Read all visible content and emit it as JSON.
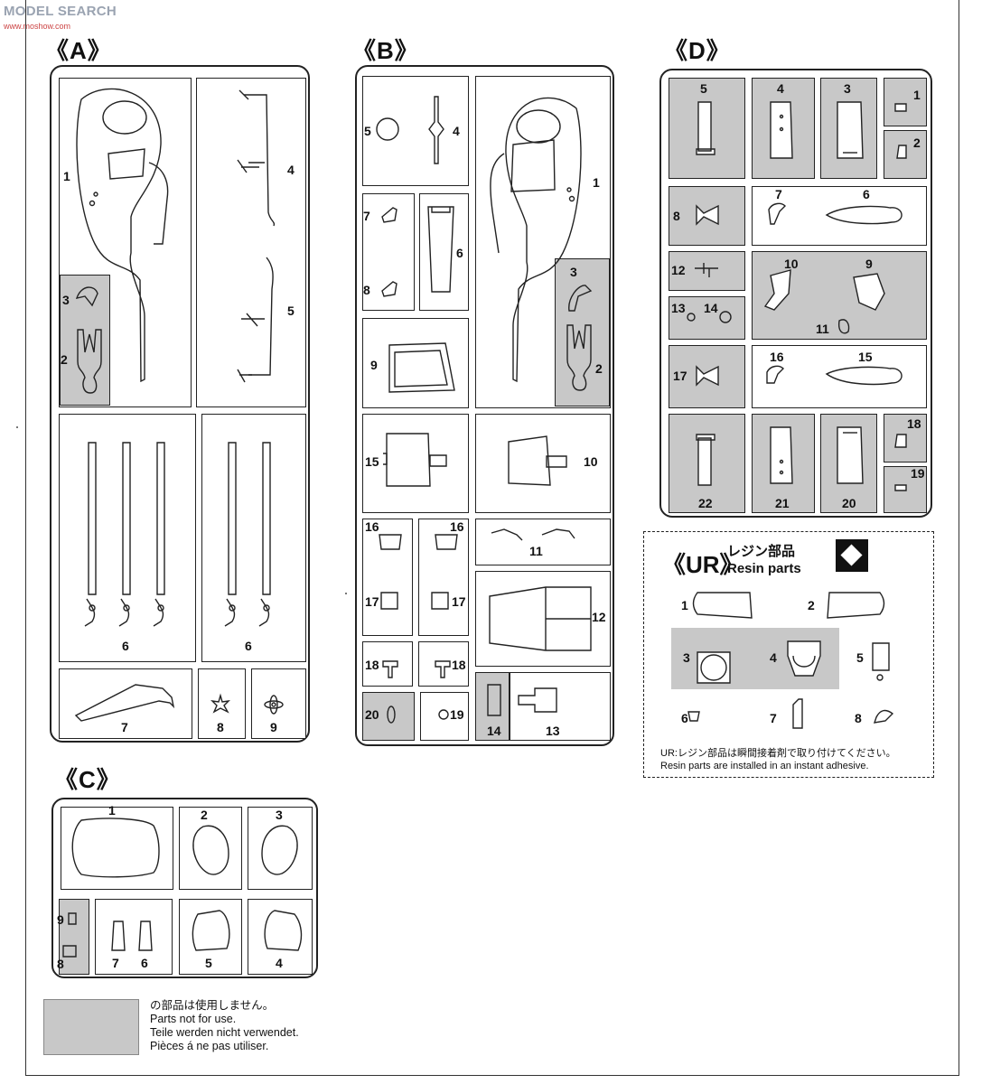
{
  "watermark": {
    "title": "MODEL SEARCH",
    "sub": "www.moshow.com"
  },
  "sections": {
    "A": "《A》",
    "B": "《B》",
    "C": "《C》",
    "D": "《D》",
    "UR": "《UR》"
  },
  "ur": {
    "jp_title": "レジン部品",
    "en_title": "Resin parts",
    "note_jp": "UR:レジン部品は瞬間接着剤で取り付けてください。",
    "note_en": "Resin parts are installed in an instant adhesive."
  },
  "legend": [
    "の部品は使用しません。",
    "Parts not for use.",
    "Teile werden nicht verwendet.",
    "Pièces á ne pas utiliser."
  ],
  "numbers": {
    "a1": "1",
    "a2": "2",
    "a3": "3",
    "a4": "4",
    "a5": "5",
    "a6a": "6",
    "a6b": "6",
    "a7": "7",
    "a8": "8",
    "a9": "9",
    "b1": "1",
    "b2": "2",
    "b3": "3",
    "b4": "4",
    "b5": "5",
    "b6": "6",
    "b7": "7",
    "b8": "8",
    "b9": "9",
    "b10": "10",
    "b11": "11",
    "b12": "12",
    "b13": "13",
    "b14": "14",
    "b15": "15",
    "b16a": "16",
    "b16b": "16",
    "b17a": "17",
    "b17b": "17",
    "b18a": "18",
    "b18b": "18",
    "b19": "19",
    "b20": "20",
    "c1": "1",
    "c2": "2",
    "c3": "3",
    "c4": "4",
    "c5": "5",
    "c6": "6",
    "c7": "7",
    "c8": "8",
    "c9": "9",
    "d1": "1",
    "d2": "2",
    "d3": "3",
    "d4": "4",
    "d5": "5",
    "d6": "6",
    "d7": "7",
    "d8": "8",
    "d9": "9",
    "d10": "10",
    "d11": "11",
    "d12": "12",
    "d13": "13",
    "d14": "14",
    "d15": "15",
    "d16": "16",
    "d17": "17",
    "d18": "18",
    "d19": "19",
    "d20": "20",
    "d21": "21",
    "d22": "22",
    "u1": "1",
    "u2": "2",
    "u3": "3",
    "u4": "4",
    "u5": "5",
    "u6": "6",
    "u7": "7",
    "u8": "8"
  }
}
